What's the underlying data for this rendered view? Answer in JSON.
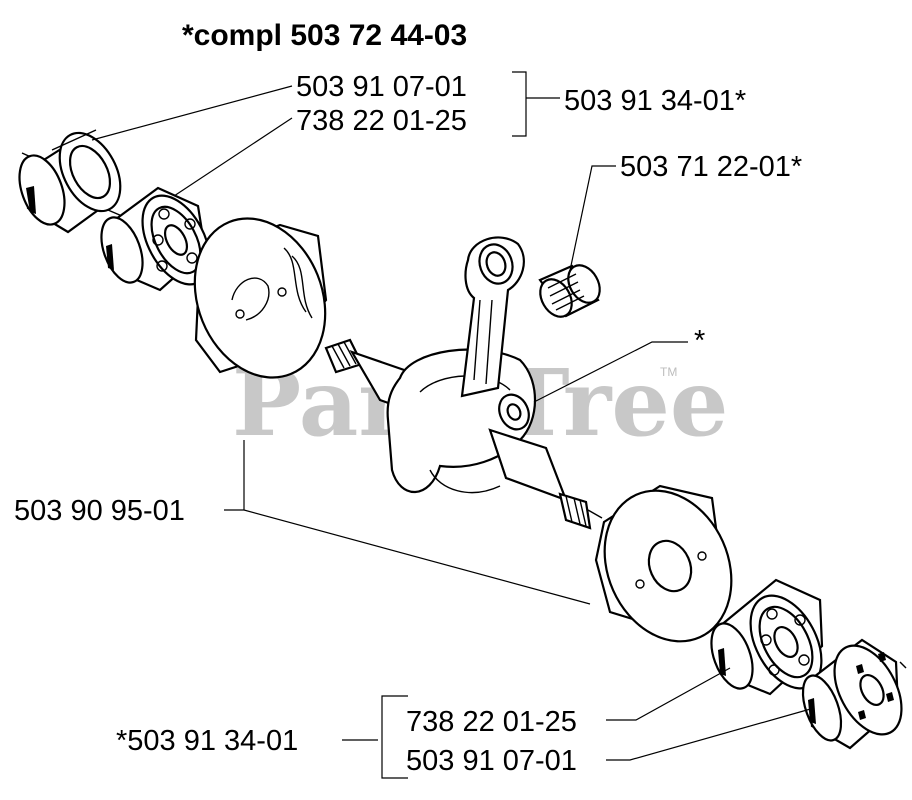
{
  "title": "*compl 503 72 44-03",
  "watermark": {
    "text": "PartsTree",
    "trademark": "TM"
  },
  "callouts": {
    "top_group_1": "503 91 07-01",
    "top_group_2": "738 22 01-25",
    "top_group_total": "503 91 34-01*",
    "needle_bearing": "503 71 22-01*",
    "crankshaft": "*",
    "crank_disc_pair": "503 90 95-01",
    "bottom_group_1": "738 22 01-25",
    "bottom_group_2": "503 91 07-01",
    "bottom_group_total": "*503 91 34-01"
  }
}
